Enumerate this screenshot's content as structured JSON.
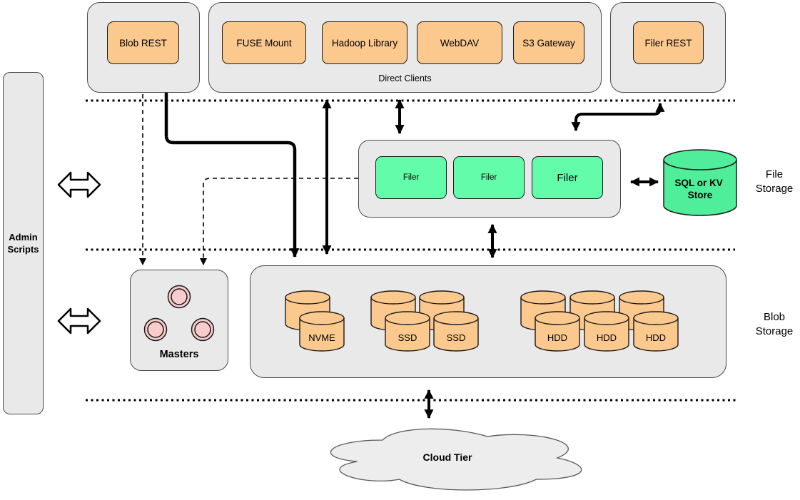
{
  "admin_panel": {
    "label": "Admin Scripts"
  },
  "blob_gateway": {
    "label": "Blob REST"
  },
  "direct_clients": {
    "label": "Direct Clients",
    "items": [
      "FUSE Mount",
      "Hadoop Library",
      "WebDAV",
      "S3 Gateway"
    ]
  },
  "filer_gateway": {
    "label": "Filer REST"
  },
  "file_storage": {
    "tier_label": "File Storage",
    "filers": [
      "Filer",
      "Filer",
      "Filer"
    ],
    "metadata_store_lines": [
      "SQL or KV",
      "Store"
    ]
  },
  "masters": {
    "label": "Masters",
    "node_count": 3
  },
  "blob_storage": {
    "tier_label": "Blob Storage",
    "groups": [
      {
        "front_labels": [
          "NVME"
        ],
        "back_count": 1
      },
      {
        "front_labels": [
          "SSD",
          "SSD"
        ],
        "back_count": 2
      },
      {
        "front_labels": [
          "HDD",
          "HDD",
          "HDD"
        ],
        "back_count": 3
      }
    ]
  },
  "cloud_tier": {
    "label": "Cloud Tier"
  },
  "colors": {
    "container_fill": "#e9e9e9",
    "node_orange": "#fbc88e",
    "node_green": "#63fcab",
    "store_green": "#50ee9b",
    "master_pink": "#f8cccc",
    "cloud_fill": "#ededed",
    "line": "#000000"
  }
}
